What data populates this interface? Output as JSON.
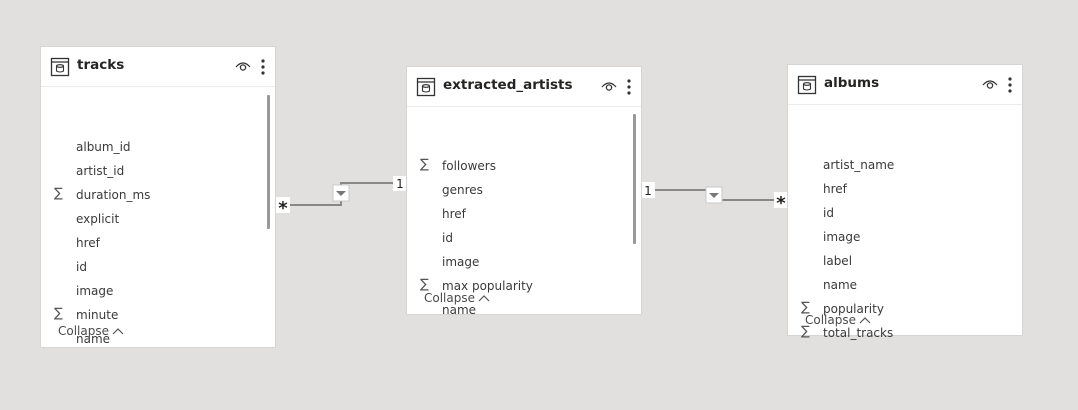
{
  "tables": [
    {
      "name": "tracks",
      "fields": [
        {
          "label": "album_id",
          "sigma": false
        },
        {
          "label": "artist_id",
          "sigma": false
        },
        {
          "label": "duration_ms",
          "sigma": true
        },
        {
          "label": "explicit",
          "sigma": false
        },
        {
          "label": "href",
          "sigma": false
        },
        {
          "label": "id",
          "sigma": false
        },
        {
          "label": "image",
          "sigma": false
        },
        {
          "label": "minute",
          "sigma": true
        },
        {
          "label": "name",
          "sigma": false
        }
      ],
      "collapse_label": "Collapse"
    },
    {
      "name": "extracted_artists",
      "fields": [
        {
          "label": "followers",
          "sigma": true
        },
        {
          "label": "genres",
          "sigma": false
        },
        {
          "label": "href",
          "sigma": false
        },
        {
          "label": "id",
          "sigma": false
        },
        {
          "label": "image",
          "sigma": false
        },
        {
          "label": "max popularity",
          "sigma": true
        },
        {
          "label": "name",
          "sigma": false
        }
      ],
      "collapse_label": "Collapse"
    },
    {
      "name": "albums",
      "fields": [
        {
          "label": "artist_name",
          "sigma": false
        },
        {
          "label": "href",
          "sigma": false
        },
        {
          "label": "id",
          "sigma": false
        },
        {
          "label": "image",
          "sigma": false
        },
        {
          "label": "label",
          "sigma": false
        },
        {
          "label": "name",
          "sigma": false
        },
        {
          "label": "popularity",
          "sigma": true
        },
        {
          "label": "total_tracks",
          "sigma": true
        }
      ],
      "collapse_label": "Collapse"
    }
  ],
  "relationships": [
    {
      "from": "tracks",
      "to": "extracted_artists",
      "from_cardinality": "*",
      "to_cardinality": "1"
    },
    {
      "from": "extracted_artists",
      "to": "albums",
      "from_cardinality": "1",
      "to_cardinality": "*"
    }
  ],
  "sigma_symbol": "∑"
}
